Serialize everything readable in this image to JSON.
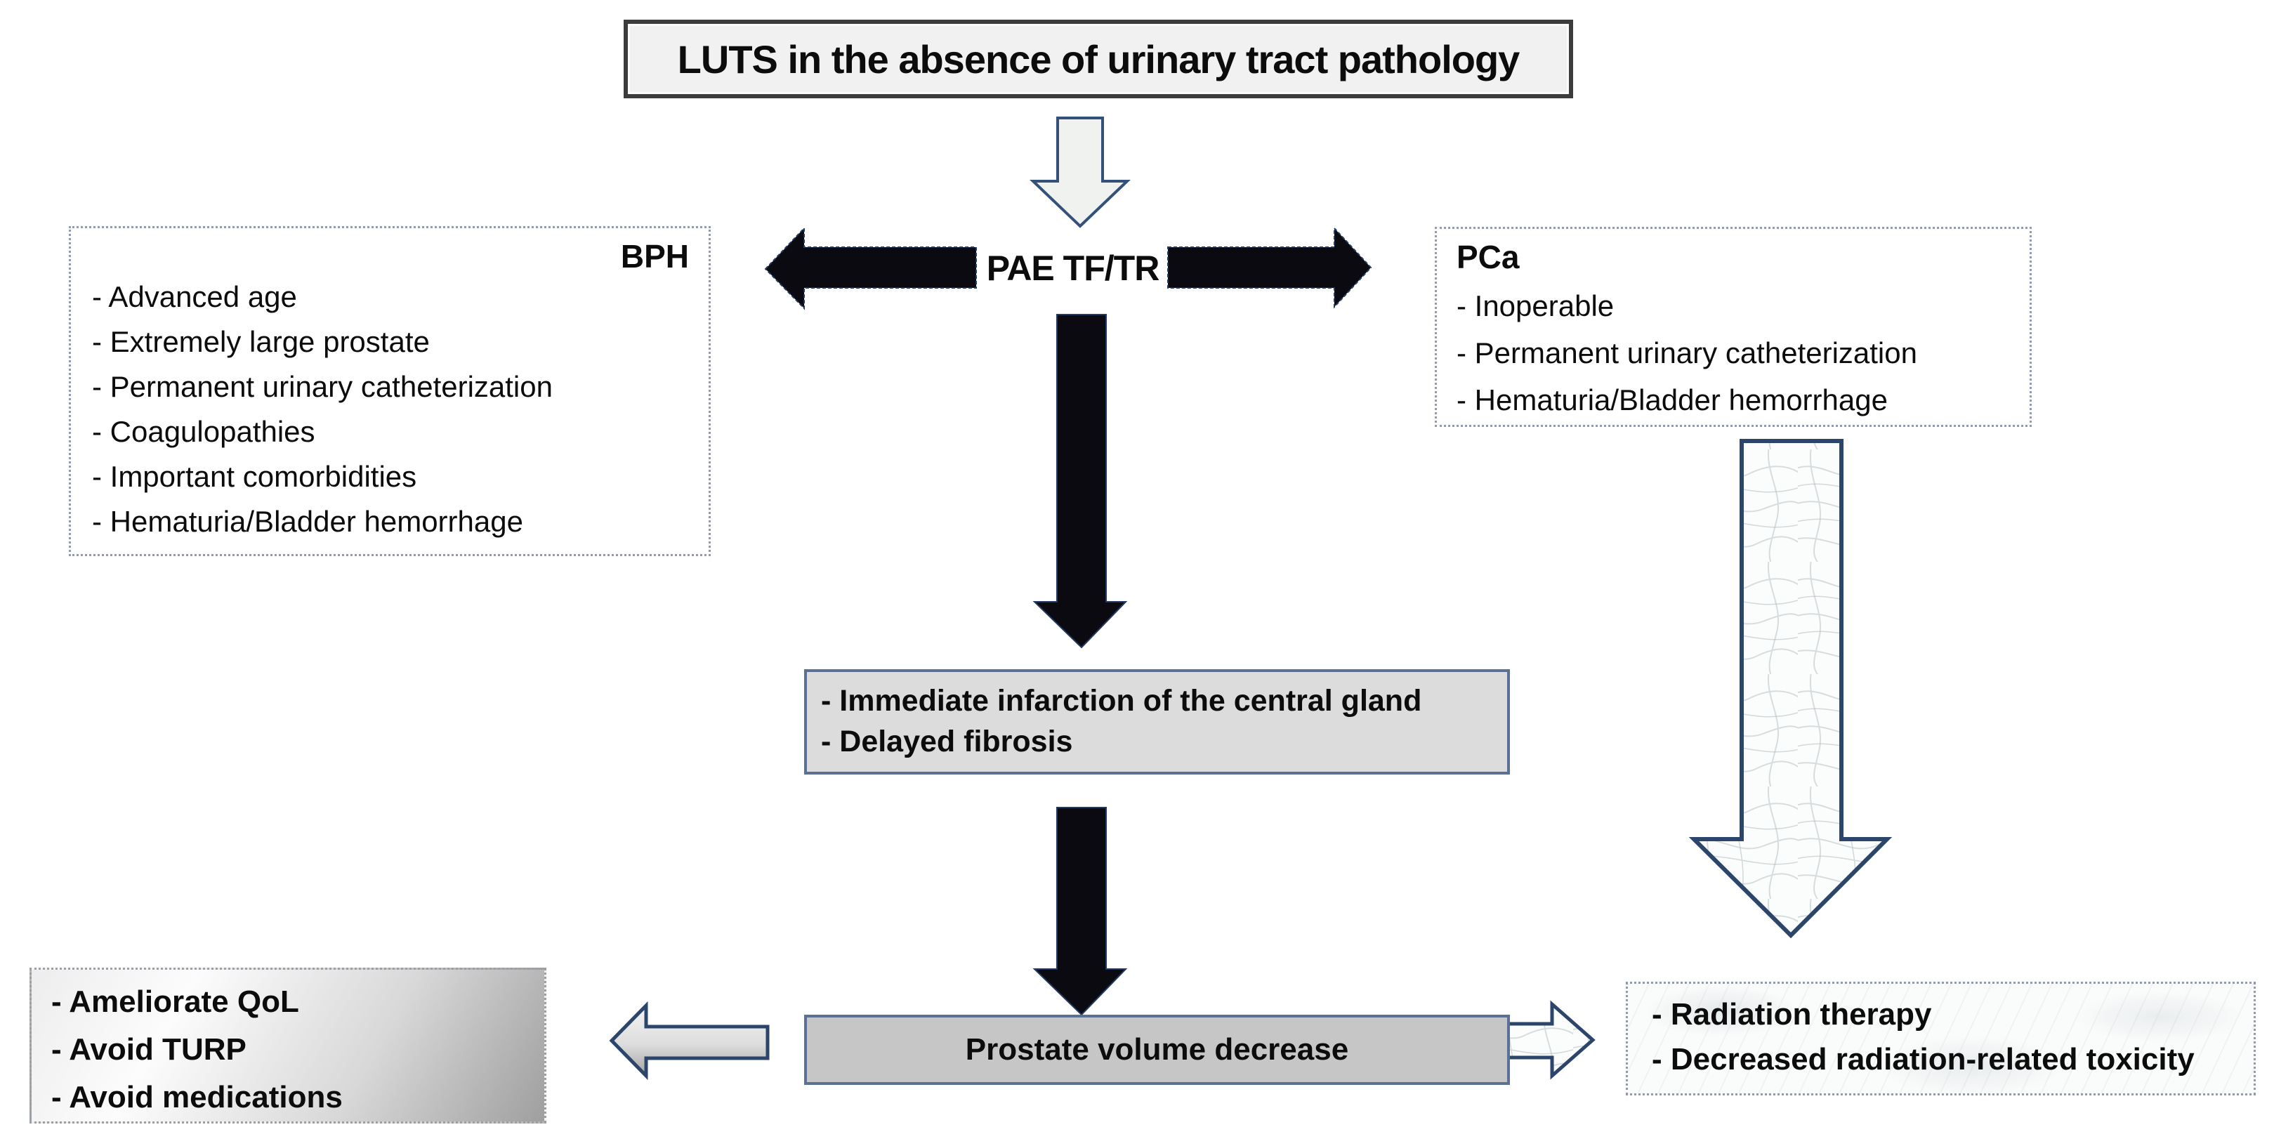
{
  "diagram": {
    "title": "LUTS in the absence of urinary tract pathology",
    "center_label": "PAE TF/TR",
    "bph": {
      "title": "BPH",
      "items": [
        "- Advanced age",
        "- Extremely large prostate",
        "- Permanent urinary catheterization",
        "- Coagulopathies",
        "- Important comorbidities",
        "- Hematuria/Bladder hemorrhage"
      ]
    },
    "pca": {
      "title": "PCa",
      "items": [
        "- Inoperable",
        "- Permanent urinary catheterization",
        "- Hematuria/Bladder hemorrhage"
      ]
    },
    "effects": {
      "lines": [
        "- Immediate infarction of the central gland",
        "- Delayed fibrosis"
      ]
    },
    "volume": {
      "label": "Prostate volume decrease"
    },
    "benefits": {
      "lines": [
        "- Ameliorate QoL",
        "- Avoid TURP",
        "- Avoid medications"
      ]
    },
    "radiation": {
      "lines": [
        "- Radiation therapy",
        "- Decreased radiation-related toxicity"
      ]
    },
    "arrows": {
      "top": "down-arrow-light",
      "left": "black-arrow-left",
      "right": "black-arrow-right",
      "mid_upper": "black-down-arrow",
      "mid_lower": "black-down-arrow",
      "pca_down": "marble-down-arrow",
      "to_benefits": "gradient-left-arrow",
      "to_radiation": "marble-right-arrow"
    },
    "colors": {
      "outline_navy": "#2c456b",
      "arrow_black": "#0a0a10",
      "box_border_slate": "#5c7094",
      "title_border": "#3c3c3c",
      "title_fill": "#f1f1f1",
      "effects_fill": "#dcdcdc",
      "volume_fill": "#c6c6c6",
      "dotted_border": "#8d9ab8"
    }
  }
}
